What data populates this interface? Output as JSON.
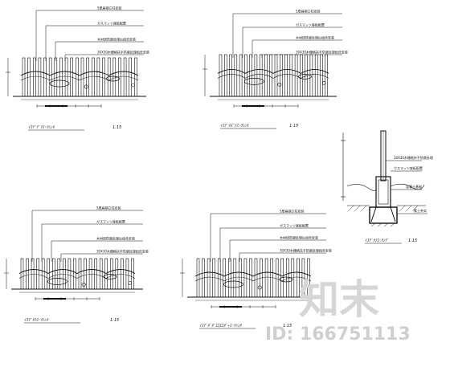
{
  "panels": [
    {
      "id": "a",
      "callouts": [
        "5厚扁钢立柱安装",
        "ガスマッツ座板配置",
        "木材烧防腐处理后组合安装",
        "30X30木栅格扶手防腐处理组合安装"
      ],
      "caption": "ｲｽﾃﾞﾃﾞｸｽ･ｳｼﾝﾀ",
      "scale": "1:15"
    },
    {
      "id": "b",
      "callouts": [
        "5厚扁钢立柱安装",
        "ガスマッツ座板配置",
        "木材烧防腐处理后组合安装",
        "30X30木栅格扶手防腐处理组合安装"
      ],
      "caption": "ｲｽﾃﾞﾀｽﾞｸｽ･ｳｼﾝﾀ",
      "scale": "1:15"
    },
    {
      "id": "c",
      "callouts": [
        "5厚扁钢立柱安装",
        "ガスマッツ座板配置",
        "木材烧防腐处理后组合安装",
        "30X30木栅格扶手防腐处理组合安装"
      ],
      "caption": "ｲｽﾃﾞﾀｸｽ･ｳｼﾝﾀ",
      "scale": "1:15"
    },
    {
      "id": "d",
      "callouts": [
        "5厚扁钢立柱安装",
        "ガスマッツ座板配置",
        "木材烧防腐处理后组合安装",
        "30X30木栅格扶手防腐处理组合安装"
      ],
      "caption": "ｲｽﾃﾞﾀﾞﾀﾞ口口ﾀﾞｨｽ･ｳｼﾝﾀ",
      "scale": "1:15"
    }
  ],
  "section": {
    "callouts": [
      "30X30木栅格扶手防腐处理",
      "ガスマッツ座板配置",
      "混凝土基础",
      "素土夯实"
    ],
    "caption": "ｲｽﾃﾞﾀｸｽ･ｳﾝﾃﾞ",
    "scale": "1:15"
  },
  "watermark": {
    "text": "知末",
    "id": "ID: 166751113"
  }
}
